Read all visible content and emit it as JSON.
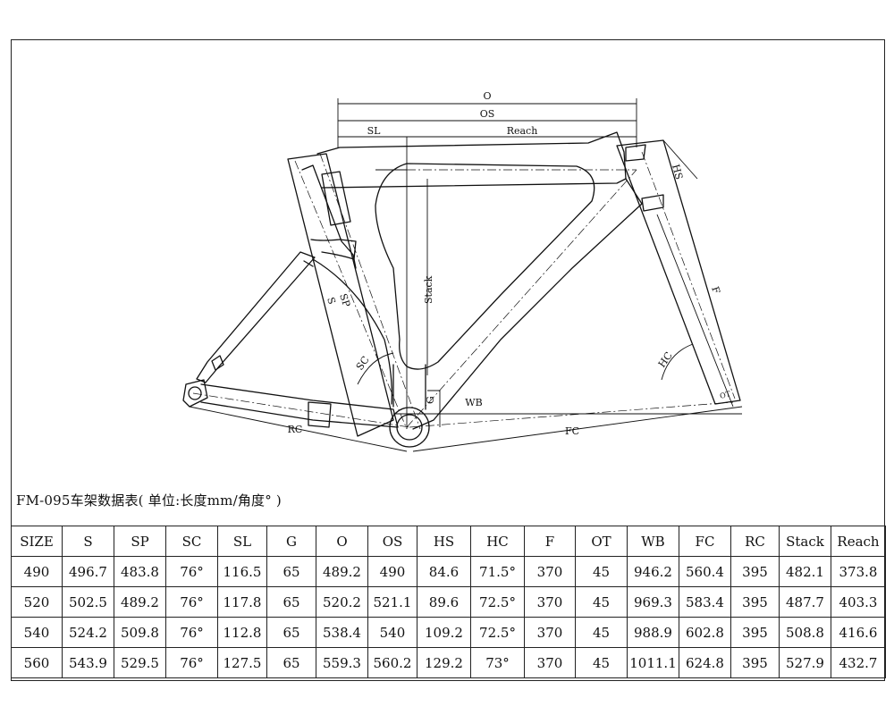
{
  "labels": {
    "O": "O",
    "OS": "OS",
    "SL": "SL",
    "Reach": "Reach",
    "HS": "HS",
    "F": "F",
    "HC": "HC",
    "Stack": "Stack",
    "S": "S",
    "SP": "SP",
    "SC": "SC",
    "G": "G",
    "WB": "WB",
    "RC": "RC",
    "FC": "FC",
    "OT": "OT"
  },
  "caption": "FM-095车架数据表( 单位:长度mm/角度° )",
  "table": {
    "headers": [
      "SIZE",
      "S",
      "SP",
      "SC",
      "SL",
      "G",
      "O",
      "OS",
      "HS",
      "HC",
      "F",
      "OT",
      "WB",
      "FC",
      "RC",
      "Stack",
      "Reach"
    ],
    "rows": [
      [
        "490",
        "496.7",
        "483.8",
        "76°",
        "116.5",
        "65",
        "489.2",
        "490",
        "84.6",
        "71.5°",
        "370",
        "45",
        "946.2",
        "560.4",
        "395",
        "482.1",
        "373.8"
      ],
      [
        "520",
        "502.5",
        "489.2",
        "76°",
        "117.8",
        "65",
        "520.2",
        "521.1",
        "89.6",
        "72.5°",
        "370",
        "45",
        "969.3",
        "583.4",
        "395",
        "487.7",
        "403.3"
      ],
      [
        "540",
        "524.2",
        "509.8",
        "76°",
        "112.8",
        "65",
        "538.4",
        "540",
        "109.2",
        "72.5°",
        "370",
        "45",
        "988.9",
        "602.8",
        "395",
        "508.8",
        "416.6"
      ],
      [
        "560",
        "543.9",
        "529.5",
        "76°",
        "127.5",
        "65",
        "559.3",
        "560.2",
        "129.2",
        "73°",
        "370",
        "45",
        "1011.1",
        "624.8",
        "395",
        "527.9",
        "432.7"
      ]
    ]
  }
}
